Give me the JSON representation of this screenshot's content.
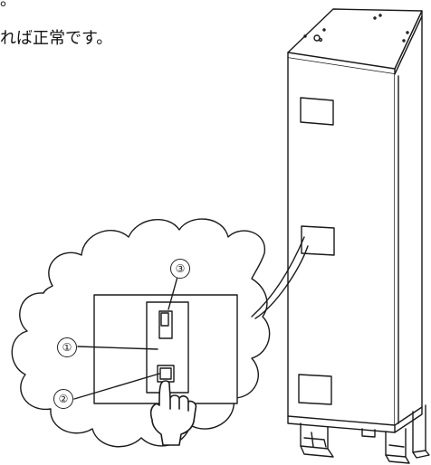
{
  "captions": {
    "line_top_fragment": "。",
    "line_main": "れば正常です。"
  },
  "callouts": [
    {
      "id": "1",
      "label": "①"
    },
    {
      "id": "2",
      "label": "②"
    },
    {
      "id": "3",
      "label": "③"
    }
  ],
  "colors": {
    "line": "#1a1a1a",
    "background": "#ffffff"
  }
}
